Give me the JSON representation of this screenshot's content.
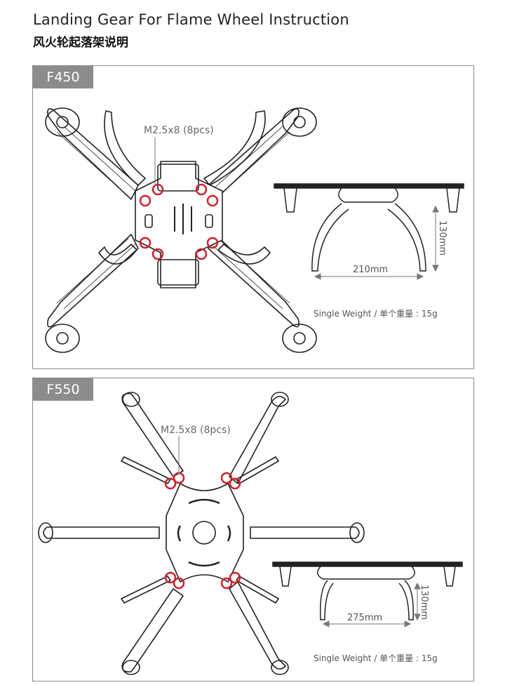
{
  "header": {
    "title_en": "Landing Gear For Flame Wheel Instruction",
    "title_cn": "风火轮起落架说明"
  },
  "panels": [
    {
      "model": "F450",
      "screw_label": "M2.5x8 (8pcs)",
      "width_label": "210mm",
      "height_label": "130mm",
      "weight_label": "Single Weight / 单个重量 : 15g"
    },
    {
      "model": "F550",
      "screw_label": "M2.5x8 (8pcs)",
      "width_label": "275mm",
      "height_label": "130mm",
      "weight_label": "Single Weight / 单个重量 : 15g"
    }
  ],
  "colors": {
    "highlight": "#d0202a",
    "tab_bg": "#8c8c8c",
    "line": "#222222",
    "dimension": "#777777"
  }
}
